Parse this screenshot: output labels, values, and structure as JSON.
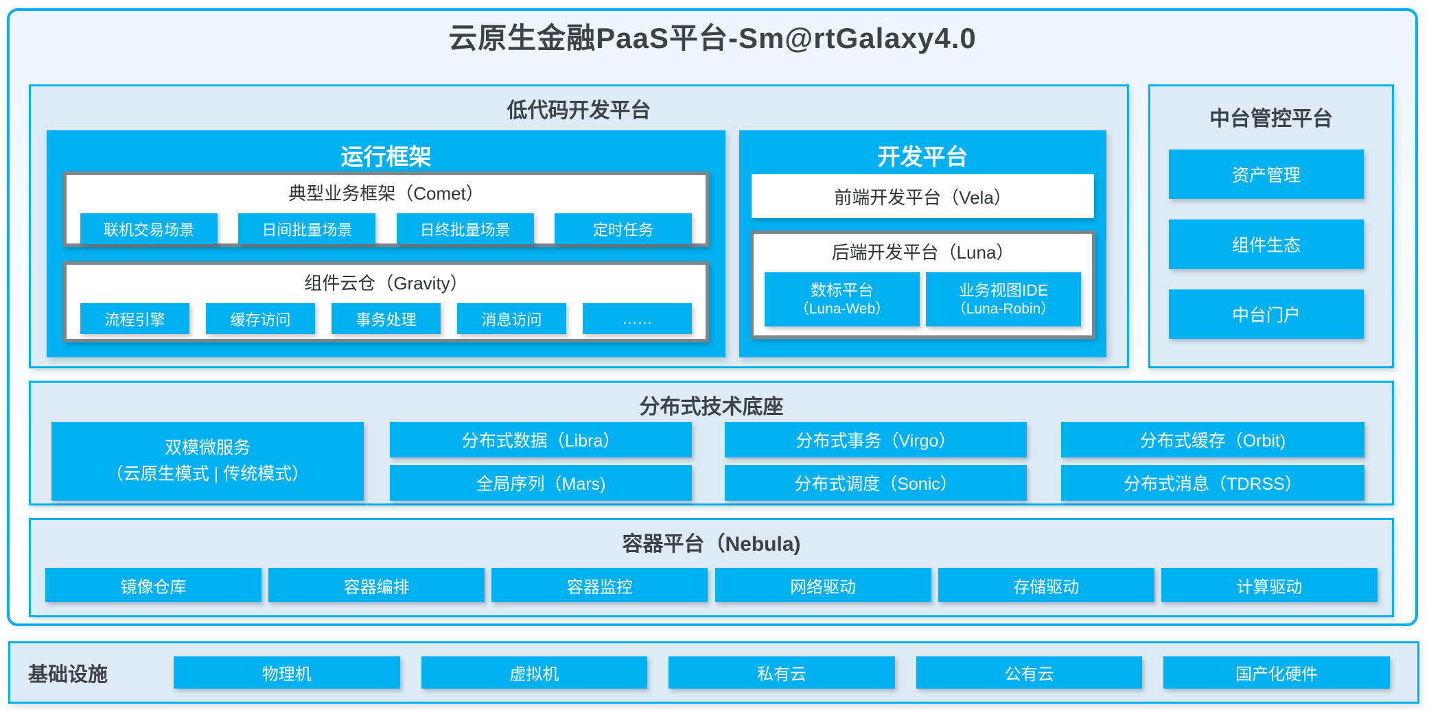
{
  "palette": {
    "blue": "#00B0F0",
    "panel_bg": "#DEEBF7",
    "dark_text": "#3F4448",
    "gray_border": "#7F8589"
  },
  "title": "云原生金融PaaS平台-Sm@rtGalaxy4.0",
  "low_code": {
    "title": "低代码开发平台",
    "runtime": {
      "title": "运行框架",
      "comet": {
        "title": "典型业务框架（Comet）",
        "items": [
          "联机交易场景",
          "日间批量场景",
          "日终批量场景",
          "定时任务"
        ]
      },
      "gravity": {
        "title": "组件云仓（Gravity）",
        "items": [
          "流程引擎",
          "缓存访问",
          "事务处理",
          "消息访问",
          "……"
        ]
      }
    },
    "dev": {
      "title": "开发平台",
      "vela": "前端开发平台（Vela）",
      "luna": {
        "title": "后端开发平台（Luna）",
        "items": [
          {
            "line1": "数标平台",
            "line2": "（Luna-Web）"
          },
          {
            "line1": "业务视图IDE",
            "line2": "（Luna-Robin）"
          }
        ]
      }
    }
  },
  "mid_platform": {
    "title": "中台管控平台",
    "items": [
      "资产管理",
      "组件生态",
      "中台门户"
    ]
  },
  "distributed": {
    "title": "分布式技术底座",
    "dual": {
      "line1": "双模微服务",
      "line2": "（云原生模式 | 传统模式）"
    },
    "grid": [
      [
        "分布式数据（Libra）",
        "全局序列（Mars)"
      ],
      [
        "分布式事务（Virgo）",
        "分布式调度（Sonic）"
      ],
      [
        "分布式缓存（Orbit)",
        "分布式消息（TDRSS）"
      ]
    ]
  },
  "container": {
    "title": "容器平台（Nebula)",
    "items": [
      "镜像仓库",
      "容器编排",
      "容器监控",
      "网络驱动",
      "存储驱动",
      "计算驱动"
    ]
  },
  "infra": {
    "title": "基础设施",
    "items": [
      "物理机",
      "虚拟机",
      "私有云",
      "公有云",
      "国产化硬件"
    ]
  }
}
